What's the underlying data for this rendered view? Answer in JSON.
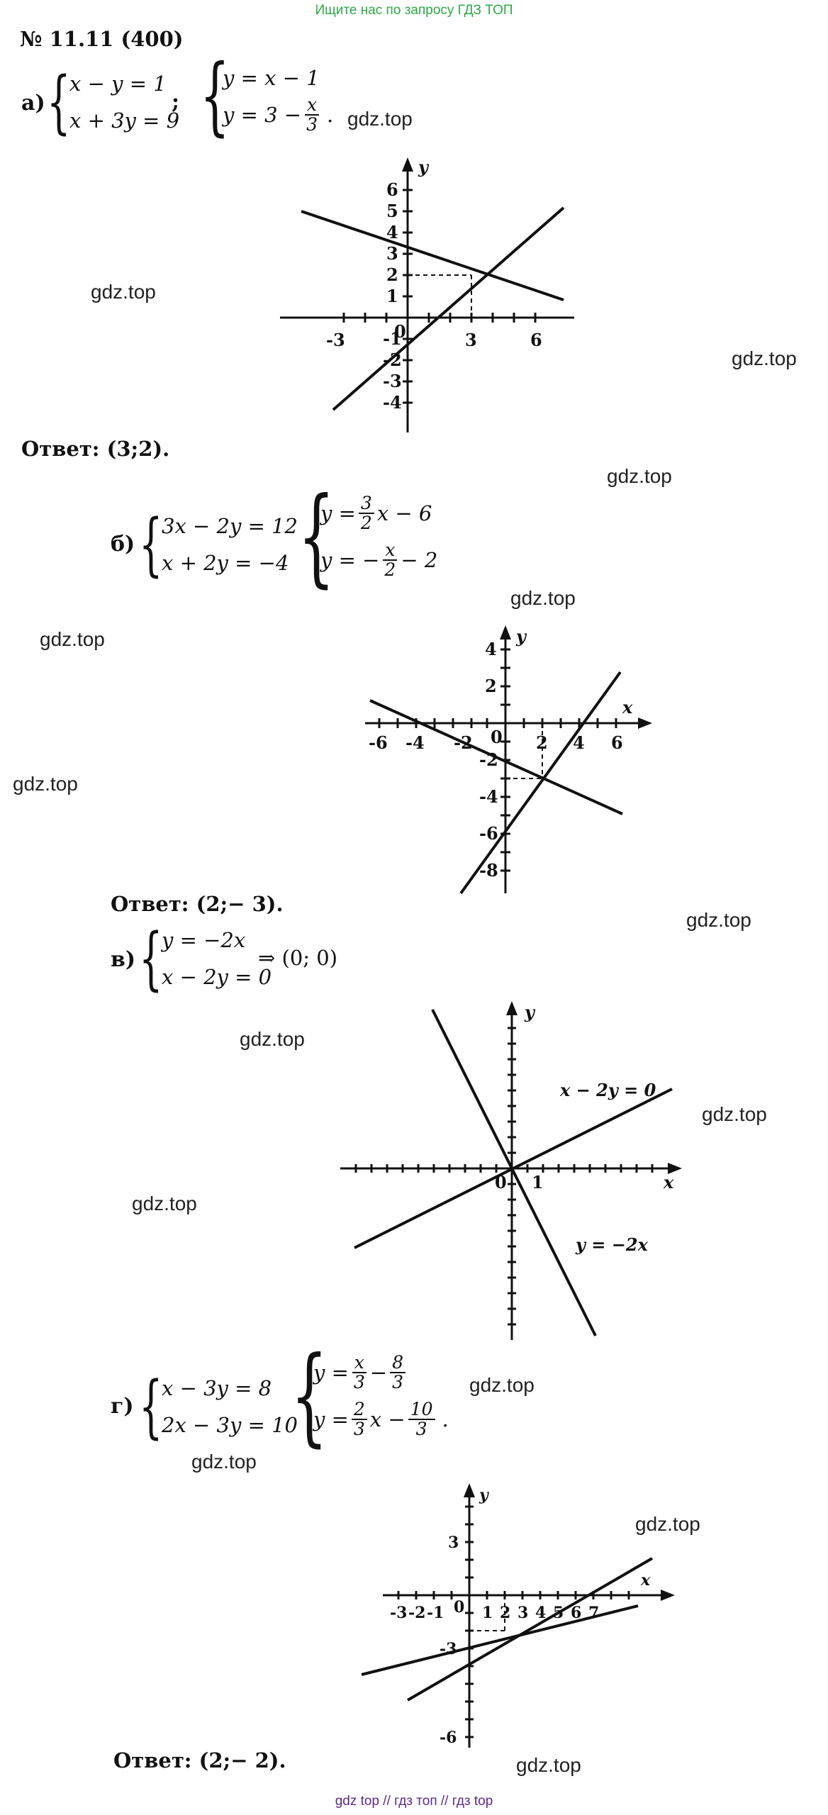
{
  "promo": "Ищите нас по запросу ГДЗ ТОП",
  "title": "№ 11.11 (400)",
  "watermark": "gdz.top",
  "footer": "gdz top  //  гдз топ  //  гдз top",
  "a": {
    "label": "а)",
    "system1": [
      "x − y = 1",
      "x + 3y = 9"
    ],
    "separator": ";",
    "system2": {
      "row1": "y = x − 1",
      "row2_prefix": "y = 3 −",
      "row2_num": "x",
      "row2_den": "3"
    },
    "answer": "Ответ: (3;2).",
    "graph": {
      "x_ticks": [
        "-3",
        "0",
        "3",
        "6"
      ],
      "y_ticks": [
        "6",
        "5",
        "4",
        "3",
        "2",
        "1",
        "-1",
        "-2",
        "-3",
        "-4"
      ],
      "y_axis": "y"
    }
  },
  "b": {
    "label": "б)",
    "system1": [
      "3x − 2y = 12",
      "x + 2y = −4"
    ],
    "system2": {
      "row1_prefix": "y =",
      "row1_num": "3",
      "row1_den": "2",
      "row1_suffix": "x − 6",
      "row2_prefix": "y = −",
      "row2_num": "x",
      "row2_den": "2",
      "row2_suffix": "− 2"
    },
    "answer": "Ответ: (2;− 3).",
    "graph": {
      "x_ticks": [
        "-6",
        "-4",
        "-2",
        "0",
        "2",
        "4",
        "6"
      ],
      "y_ticks": [
        "4",
        "2",
        "-2",
        "-4",
        "-6",
        "-8"
      ],
      "x_axis": "x",
      "y_axis": "y"
    }
  },
  "v": {
    "label": "в)",
    "system1": [
      "y = −2x",
      "x − 2y = 0"
    ],
    "result": "⇒ (0; 0)",
    "graph": {
      "origin": "0",
      "one": "1",
      "x_axis": "x",
      "y_axis": "y",
      "line1": "x − 2y = 0",
      "line2": "y = −2x"
    }
  },
  "g": {
    "label": "г)",
    "system1": [
      "x − 3y = 8",
      "2x − 3y = 10"
    ],
    "system2": {
      "row1_prefix": "y =",
      "row1_num": "x",
      "row1_den": "3",
      "row1_mid": "−",
      "row1_num2": "8",
      "row1_den2": "3",
      "row2_prefix": "y =",
      "row2_num": "2",
      "row2_den": "3",
      "row2_mid": "x −",
      "row2_num2": "10",
      "row2_den2": "3"
    },
    "answer": "Ответ: (2;− 2).",
    "graph": {
      "x_ticks": [
        "-3",
        "-2",
        "-1",
        "0",
        "1",
        "2",
        "3",
        "4",
        "5",
        "6",
        "7"
      ],
      "y_ticks": [
        "3",
        "-3",
        "-6"
      ],
      "x_axis": "x",
      "y_axis": "y"
    }
  }
}
